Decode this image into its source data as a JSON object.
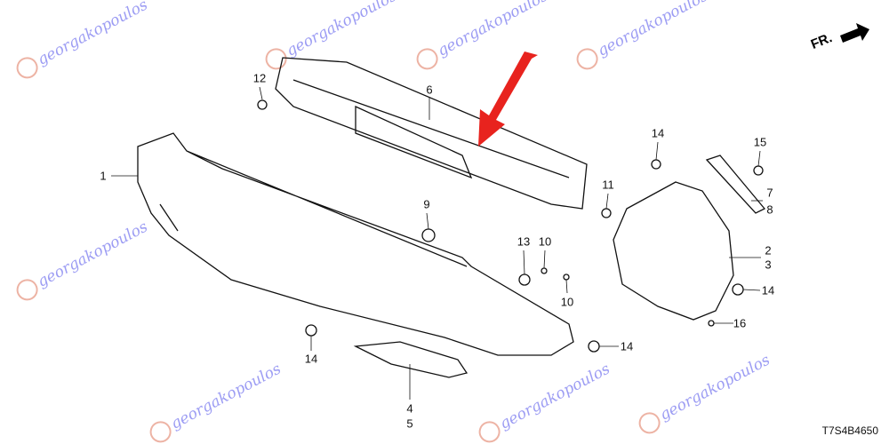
{
  "watermark": "georgakopoulos",
  "direction_label": "FR.",
  "diagram_code": "T7S4B4650",
  "callouts": [
    "1",
    "12",
    "6",
    "14",
    "15",
    "7",
    "8",
    "9",
    "11",
    "2",
    "3",
    "13",
    "10",
    "10",
    "14",
    "16",
    "14",
    "14",
    "4",
    "5"
  ],
  "colors": {
    "line": "#111111",
    "arrow": "#e8231e",
    "watermark": "#7b7cf0",
    "logo": "#e79a86"
  }
}
